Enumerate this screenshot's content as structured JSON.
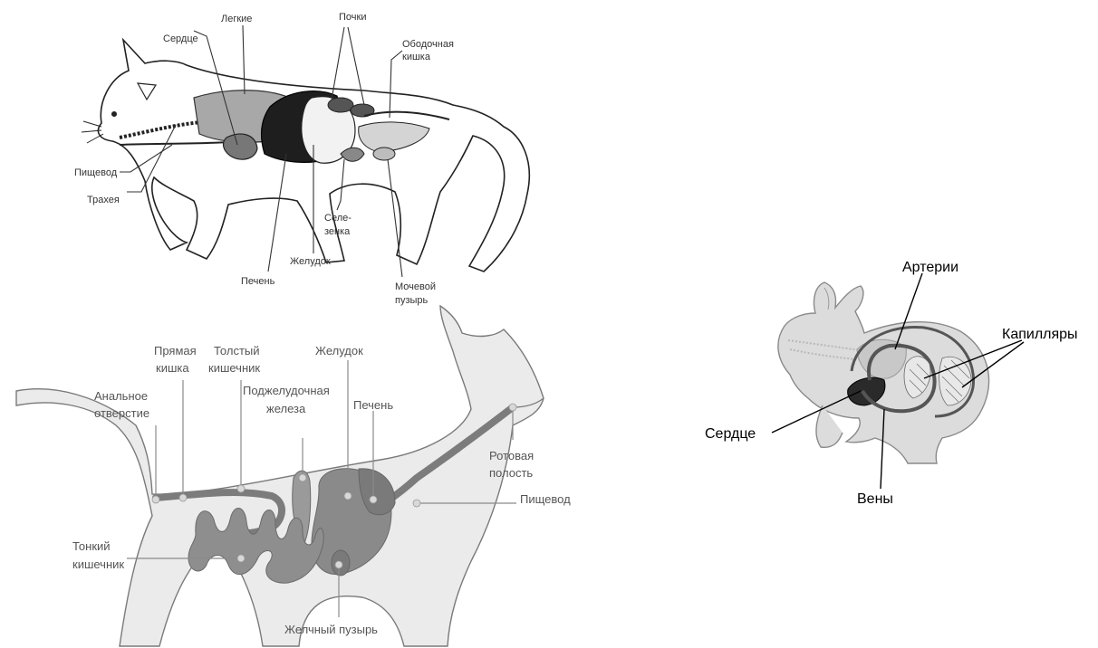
{
  "diagram_1": {
    "labels": {
      "serdtse": "Сердце",
      "legkie": "Легкие",
      "pochki": "Почки",
      "obodochnaya_1": "Ободочная",
      "obodochnaya_2": "кишка",
      "pishchevod": "Пищевод",
      "traheya": "Трахея",
      "selezenka_1": "Селе-",
      "selezenka_2": "зенка",
      "zheludok": "Желудок",
      "pechen": "Печень",
      "mochevoy_1": "Мочевой",
      "mochevoy_2": "пузырь"
    }
  },
  "diagram_2": {
    "labels": {
      "pryamaya_1": "Прямая",
      "pryamaya_2": "кишка",
      "tolstyi_1": "Толстый",
      "tolstyi_2": "кишечник",
      "zheludok": "Желудок",
      "analnoe_1": "Анальное",
      "analnoe_2": "отверстие",
      "podzhel_1": "Поджелудочная",
      "podzhel_2": "железа",
      "pechen": "Печень",
      "rotovaya_1": "Ротовая",
      "rotovaya_2": "полость",
      "pishchevod": "Пищевод",
      "tonkiy_1": "Тонкий",
      "tonkiy_2": "кишечник",
      "zhelchnyi": "Желчный пузырь"
    }
  },
  "diagram_3": {
    "labels": {
      "arterii": "Артерии",
      "kapillyary": "Капилляры",
      "serdtse": "Сердце",
      "veny": "Вены"
    }
  }
}
